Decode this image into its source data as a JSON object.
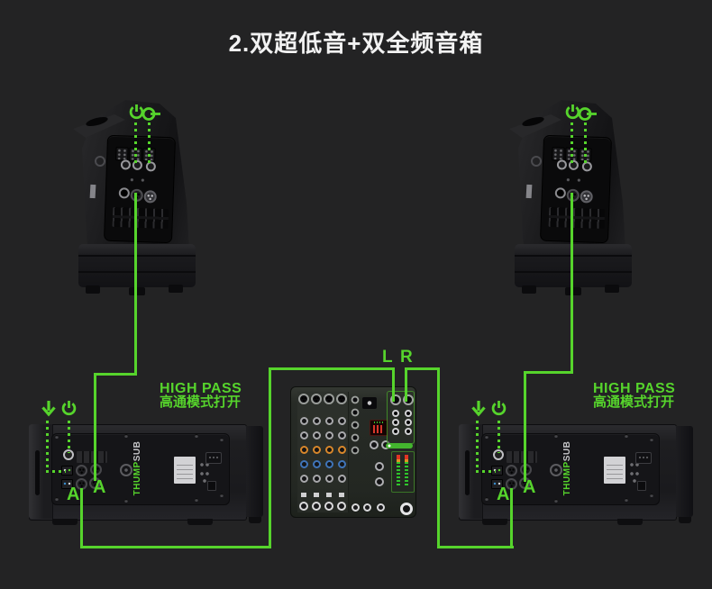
{
  "title": "2.双超低音+双全频音箱",
  "colors": {
    "background": "#232324",
    "cable_green": "#56d42c",
    "title_white": "#f2f2f2"
  },
  "mixer_outputs": {
    "left_label": "L",
    "right_label": "R"
  },
  "subwoofer_left": {
    "high_pass_en": "HIGH PASS",
    "high_pass_zh": "高通模式打开",
    "output_channel_label": "A",
    "input_channel_label": "A",
    "brand": "THUMP",
    "model": "SUB"
  },
  "subwoofer_right": {
    "high_pass_en": "HIGH PASS",
    "high_pass_zh": "高通模式打开",
    "output_channel_label": "A",
    "input_channel_label": "A",
    "brand": "THUMP",
    "model": "SUB"
  },
  "icons": {
    "power": "⏻",
    "down_arrow": "↓",
    "knob_level": "○–"
  }
}
